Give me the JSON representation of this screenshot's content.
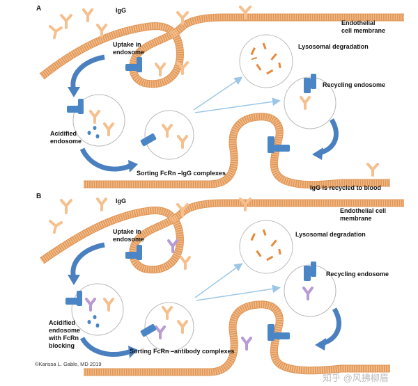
{
  "panels": [
    {
      "letter": "A",
      "igg": "IgG",
      "membrane": [
        "Endothelial",
        "cell membrane"
      ],
      "uptake": [
        "Uptake in",
        "endosome"
      ],
      "lysosomal": "Lysosomal degradation",
      "recycling": "Recycling endosome",
      "acidified": [
        "Acidified",
        "endosome"
      ],
      "sorting": "Sorting FcRn –IgG complexes",
      "recycled": "IgG is recycled to blood"
    },
    {
      "letter": "B",
      "igg": "IgG",
      "membrane": [
        "Endothelial cell",
        "membrane"
      ],
      "uptake": [
        "Uptake in",
        "endosome"
      ],
      "lysosomal": "Lysosomal degradation",
      "recycling": "Recycling endosome",
      "acidified": [
        "Acidified",
        "endosome",
        "with FcRn",
        "blocking"
      ],
      "sorting": "Sorting FcRn –antibody complexes"
    }
  ],
  "credit": "©Karissa L. Gable, MD 2019",
  "watermark": "知乎 @风拂柳眉",
  "colors": {
    "membrane": "#f5c08e",
    "membrane_stroke": "#e0975a",
    "antibody_igg": "#f5c08e",
    "antibody_blocker": "#b89ad4",
    "fcrn": "#4a86c5",
    "arrow_dark": "#4a80c0",
    "arrow_light": "#9cc6e6",
    "lysosome_fragments": "#e58a3c",
    "vesicle_outline": "#b8b8b8"
  }
}
